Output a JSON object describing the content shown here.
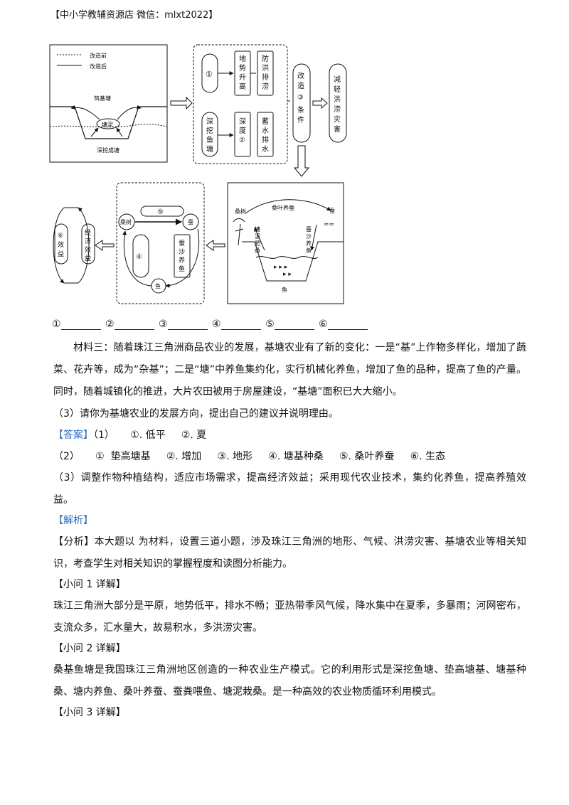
{
  "header": "【中小学教辅资源店  微信：mlxt2022】",
  "diagram": {
    "legend": {
      "before": "改造前",
      "after": "改造后"
    },
    "cross_section": {
      "top": "筑基塘",
      "mid": "塘泥",
      "bottom": "深挖成塘"
    },
    "box1": {
      "circle1": "①",
      "terrain": "地势升高",
      "flood": "防洪排涝",
      "dig": "深挖鱼塘",
      "store": "蓄水排水",
      "deep": "深度②"
    },
    "improve": "改造③条件",
    "result": "减轻洪涝灾害",
    "scene": {
      "mulberry": "桑树",
      "leaf": "桑叶养蚕",
      "silkworm": "蚕",
      "mud": "塘泥肥桑",
      "sand": "蚕沙养鱼",
      "fish": "鱼"
    },
    "cycle": {
      "c5": "⑤",
      "mulberry": "桑树",
      "silkworm": "蚕",
      "c4": "④",
      "sand": "蚕沙养鱼",
      "fish": "鱼"
    },
    "benefit": {
      "c6": "⑥效益",
      "econ": "经济效益"
    }
  },
  "blanks": [
    "①",
    "②",
    "③",
    "④",
    "⑤",
    "⑥"
  ],
  "material3": "材料三：随着珠江三角洲商品农业的发展，基塘农业有了新的变化：一是“基”上作物多样化，增加了蔬菜、花卉等，成为“杂基”；二是“塘”中养鱼集约化，实行机械化养鱼，增加了鱼的品种，提高了鱼的产量。同时，随着城镇化的推进，大片农田被用于房屋建设，“基塘”面积已大大缩小。",
  "question3": "（3）请你为基塘农业的发展方向，提出自己的建议并说明理由。",
  "answer_label": "【答案】",
  "answer1": "（1）     ①. 低平     ②. 夏",
  "answer2": "（2）     ①  垫高塘基     ②. 增加     ③. 地形     ④. 塘基种桑     ⑤. 桑叶养蚕     ⑥. 生态",
  "answer3": "（3）调整作物种植结构，适应市场需求，提高经济效益；采用现代农业技术，集约化养鱼，提高养殖效益。",
  "analysis_label": "【解析】",
  "analysis": "【分析】本大题以 为材料，设置三道小题，涉及珠江三角洲的地形、气候、洪涝灾害、基塘农业等相关知识，考查学生对相关知识的掌握程度和读图分析能力。",
  "q1_head": "【小问 1 详解】",
  "q1_text": "珠江三角洲大部分是平原，地势低平，排水不畅；亚热带季风气候，降水集中在夏季，多暴雨；河网密布，支流众多，汇水量大，故易积水，多洪涝灾害。",
  "q2_head": "【小问 2 详解】",
  "q2_text": "桑基鱼塘是我国珠江三角洲地区创造的一种农业生产模式。它的利用形式是深挖鱼塘、垫高塘基、塘基种桑、塘内养鱼、桑叶养蚕、蚕粪喂鱼、塘泥栽桑。是一种高效的农业物质循环利用模式。",
  "q3_head": "【小问 3 详解】"
}
